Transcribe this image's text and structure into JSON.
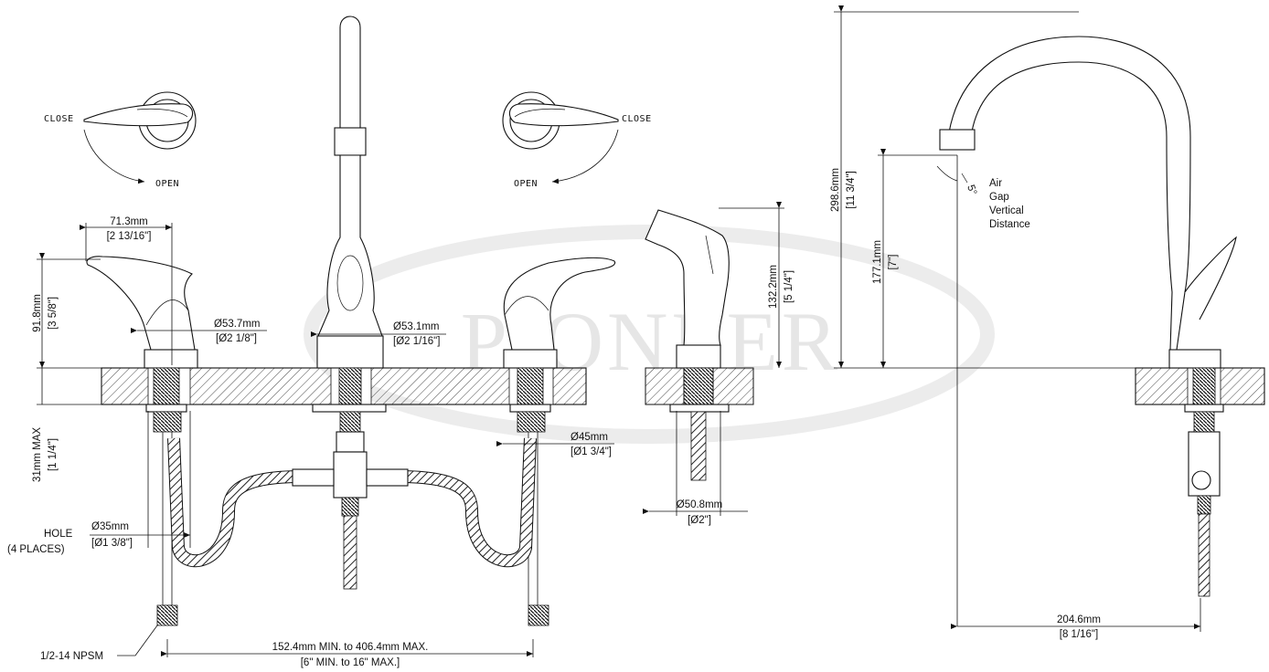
{
  "watermark": "PIONEER",
  "handle_turn": {
    "left": {
      "close": "CLOSE",
      "open": "OPEN"
    },
    "right": {
      "close": "CLOSE",
      "open": "OPEN"
    }
  },
  "dimensions": {
    "handle_width": {
      "metric": "71.3mm",
      "imperial": "[2 13/16\"]"
    },
    "handle_height": {
      "metric": "91.8mm",
      "imperial": "[3 5/8\"]"
    },
    "handle_base": {
      "metric": "Ø53.7mm",
      "imperial": "[Ø2 1/8\"]"
    },
    "spout_base": {
      "metric": "Ø53.1mm",
      "imperial": "[Ø2 1/16\"]"
    },
    "max_deck": {
      "metric": "31mm MAX",
      "imperial": "[1 1/4\"]"
    },
    "shank": {
      "metric": "Ø45mm",
      "imperial": "[Ø1 3/4\"]"
    },
    "hole": {
      "label_1": "HOLE",
      "label_2": "(4 PLACES)",
      "metric": "Ø35mm",
      "imperial": "[Ø1 3/8\"]"
    },
    "npsm": "1/2-14 NPSM",
    "spread": {
      "metric": "152.4mm MIN. to 406.4mm MAX.",
      "imperial": "[6\" MIN. to 16\" MAX.]"
    },
    "sprayer_height": {
      "metric": "132.2mm",
      "imperial": "[5 1/4\"]"
    },
    "sprayer_base": {
      "metric": "Ø50.8mm",
      "imperial": "[Ø2\"]"
    },
    "total_height": {
      "metric": "298.6mm",
      "imperial": "[11 3/4\"]"
    },
    "outlet_height": {
      "metric": "177.1mm",
      "imperial": "[7\"]"
    },
    "reach": {
      "metric": "204.6mm",
      "imperial": "[8 1/16\"]"
    },
    "angle": "5°",
    "air_gap": [
      "Air",
      "Gap",
      "Vertical",
      "Distance"
    ]
  }
}
